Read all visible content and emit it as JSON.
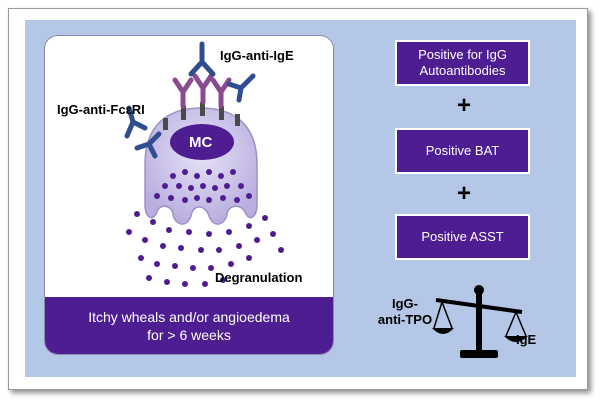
{
  "illustration": {
    "igg_anti_ige": "IgG-anti-IgE",
    "igg_anti_fceri": "IgG-anti-FcεRI",
    "mast_cell": "MC",
    "degranulation": "Degranulation"
  },
  "symptom_banner": {
    "line1": "Itchy wheals and/or angioedema",
    "line2": "for > 6 weeks"
  },
  "criteria": {
    "box1_line1": "Positive for IgG",
    "box1_line2": "Autoantibodies",
    "plus1": "+",
    "box2": "Positive BAT",
    "plus2": "+",
    "box3": "Positive ASST"
  },
  "scale": {
    "left_line1": "IgG-",
    "left_line2": "anti-TPO",
    "right": "IgE"
  },
  "colors": {
    "panel_bg": "#b4c7e7",
    "purple": "#4e1d91",
    "antibody_blue": "#2f4e8f",
    "antibody_pink": "#8a4a8f",
    "cell_fill": "#c9c0e8"
  }
}
